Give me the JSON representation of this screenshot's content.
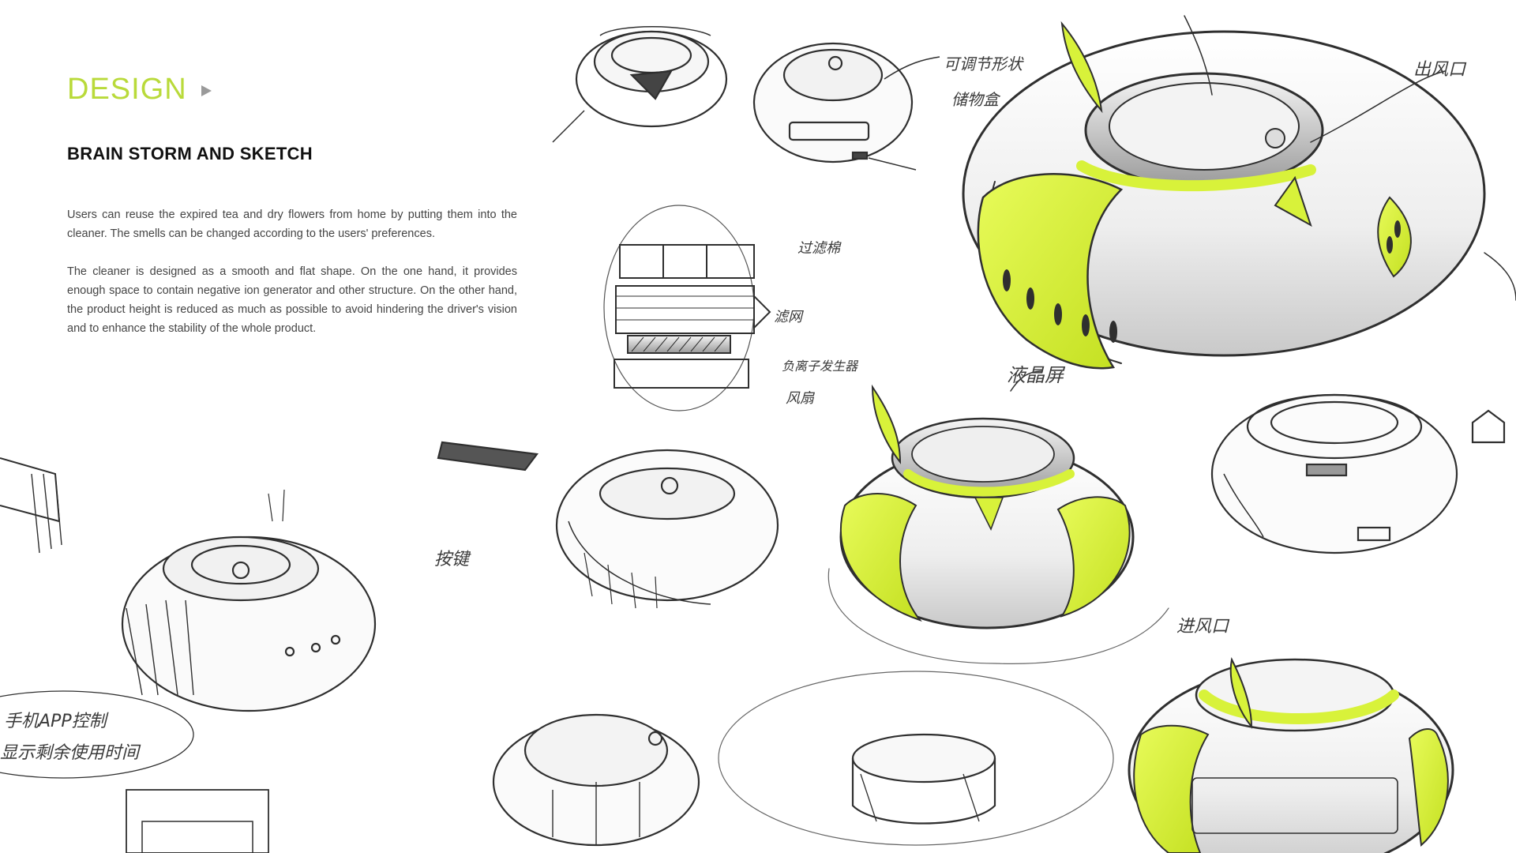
{
  "header": {
    "design_label": "DESIGN",
    "section_title": "BRAIN STORM AND SKETCH"
  },
  "body": {
    "paragraph_1": "Users can reuse the expired tea and dry flowers from home by putting them into the cleaner. The smells can be changed according to the users' preferences.",
    "paragraph_2": "The cleaner is designed as a smooth and flat shape. On the one hand, it provides enough space to contain negative ion generator and other structure. On the other hand, the product height is reduced as much as possible to avoid hindering the driver's vision and to enhance the stability of the whole product."
  },
  "sketch_notes": {
    "note_top_right": "出风口",
    "note_top_mid": "可调节形状",
    "note_top_mid_2": "储物盒",
    "note_layers_1": "过滤棉",
    "note_layers_2": "滤网",
    "note_layers_3": "负离子发生器",
    "note_layers_4": "风扇",
    "note_center": "液晶屏",
    "note_intake": "进风口",
    "note_left_mid": "按键",
    "note_left_bottom": "手机APP控制",
    "note_left_bottom_2": "显示剩余使用时间"
  },
  "colors": {
    "accent": "#b9da3a",
    "marker": "#d8f23a",
    "pencil": "#2f2f2f"
  }
}
